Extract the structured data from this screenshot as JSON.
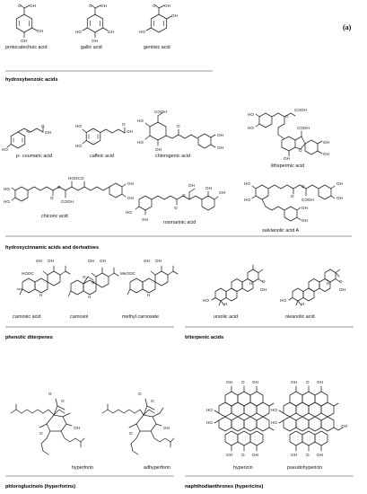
{
  "panel_label": "(a)",
  "sections": [
    {
      "id": "hydroxybenzoic",
      "heading": "hydroxybenzoic acids",
      "compounds": [
        {
          "name": "protocatechuic acid",
          "italic_prefix": ""
        },
        {
          "name": "gallic acid",
          "italic_prefix": ""
        },
        {
          "name": "gentisic acid",
          "italic_prefix": ""
        }
      ]
    },
    {
      "id": "hydroxycinnamic",
      "heading": "hydroxycinnamic acids and derivatives",
      "compounds": [
        {
          "name": "coumaric acid",
          "italic_prefix": "p-"
        },
        {
          "name": "caffeic acid",
          "italic_prefix": ""
        },
        {
          "name": "chlorogenic acid",
          "italic_prefix": ""
        },
        {
          "name": "lithspermic acid",
          "italic_prefix": ""
        },
        {
          "name": "chicoric acid",
          "italic_prefix": ""
        },
        {
          "name": "rosmarinic acid",
          "italic_prefix": ""
        },
        {
          "name": "salvianolic acid A",
          "italic_prefix": ""
        }
      ]
    },
    {
      "id": "phenolic-diterpenes",
      "heading": "phenolic diterpenes",
      "compounds": [
        {
          "name": "carnosic acid",
          "italic_prefix": ""
        },
        {
          "name": "carnosol",
          "italic_prefix": ""
        },
        {
          "name": "methyl carnosate",
          "italic_prefix": ""
        }
      ]
    },
    {
      "id": "triterpenic",
      "heading": "triterpenic acids",
      "compounds": [
        {
          "name": "ursolic acid",
          "italic_prefix": ""
        },
        {
          "name": "oleanolic acid",
          "italic_prefix": ""
        }
      ]
    },
    {
      "id": "phloroglucinols",
      "heading": "phloroglucinols (hyperforins)",
      "compounds": [
        {
          "name": "hyperforin",
          "italic_prefix": ""
        },
        {
          "name": "adhyperforin",
          "italic_prefix": ""
        }
      ]
    },
    {
      "id": "naphthodianthrones",
      "heading": "naphthodianthrones (hypericins)",
      "compounds": [
        {
          "name": "hypericin",
          "italic_prefix": ""
        },
        {
          "name": "pseudohypericin",
          "italic_prefix": ""
        }
      ]
    }
  ],
  "atom_labels": {
    "oh": "OH",
    "ho": "HO",
    "o": "O",
    "cooh": "COOH",
    "hooc": "HOOC",
    "meooc": "MeOOC",
    "h": "H"
  }
}
